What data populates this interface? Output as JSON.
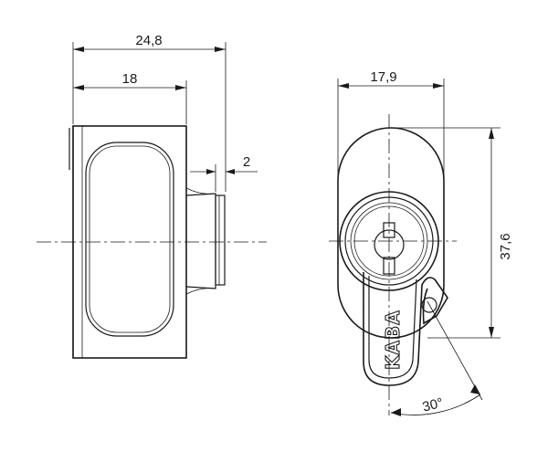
{
  "dimensions": {
    "overall_width": "24,8",
    "body_width": "18",
    "cam_thickness": "2",
    "front_width": "17,9",
    "height": "37,6",
    "angle": "30°"
  },
  "logo": "KABA"
}
